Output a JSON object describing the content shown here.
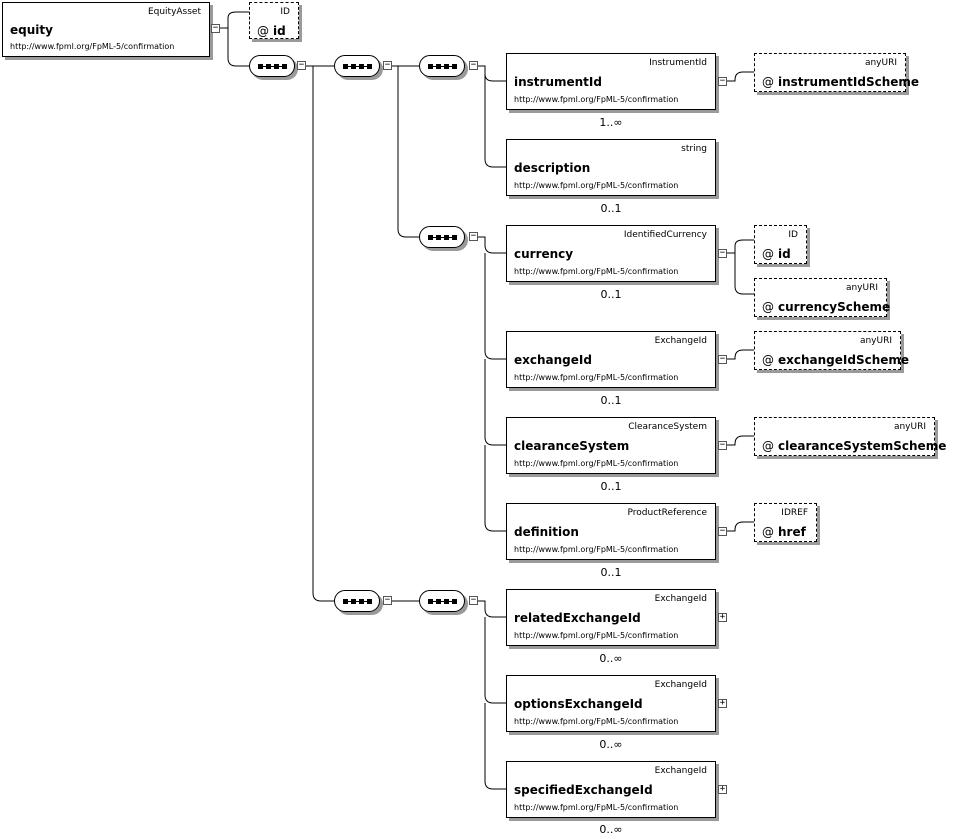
{
  "root": {
    "type": "EquityAsset",
    "name": "equity",
    "namespace": "http://www.fpml.org/FpML-5/confirmation",
    "attribute": {
      "type": "ID",
      "at": "@",
      "name": "id"
    }
  },
  "elements": [
    {
      "type": "InstrumentId",
      "name": "instrumentId",
      "namespace": "http://www.fpml.org/FpML-5/confirmation",
      "cardinality": "1..∞"
    },
    {
      "type": "string",
      "name": "description",
      "namespace": "http://www.fpml.org/FpML-5/confirmation",
      "cardinality": "0..1"
    },
    {
      "type": "IdentifiedCurrency",
      "name": "currency",
      "namespace": "http://www.fpml.org/FpML-5/confirmation",
      "cardinality": "0..1"
    },
    {
      "type": "ExchangeId",
      "name": "exchangeId",
      "namespace": "http://www.fpml.org/FpML-5/confirmation",
      "cardinality": "0..1"
    },
    {
      "type": "ClearanceSystem",
      "name": "clearanceSystem",
      "namespace": "http://www.fpml.org/FpML-5/confirmation",
      "cardinality": "0..1"
    },
    {
      "type": "ProductReference",
      "name": "definition",
      "namespace": "http://www.fpml.org/FpML-5/confirmation",
      "cardinality": "0..1"
    },
    {
      "type": "ExchangeId",
      "name": "relatedExchangeId",
      "namespace": "http://www.fpml.org/FpML-5/confirmation",
      "cardinality": "0..∞"
    },
    {
      "type": "ExchangeId",
      "name": "optionsExchangeId",
      "namespace": "http://www.fpml.org/FpML-5/confirmation",
      "cardinality": "0..∞"
    },
    {
      "type": "ExchangeId",
      "name": "specifiedExchangeId",
      "namespace": "http://www.fpml.org/FpML-5/confirmation",
      "cardinality": "0..∞"
    }
  ],
  "attributes": [
    {
      "type": "anyURI",
      "at": "@",
      "name": "instrumentIdScheme"
    },
    {
      "type": "ID",
      "at": "@",
      "name": "id"
    },
    {
      "type": "anyURI",
      "at": "@",
      "name": "currencyScheme"
    },
    {
      "type": "anyURI",
      "at": "@",
      "name": "exchangeIdScheme"
    },
    {
      "type": "anyURI",
      "at": "@",
      "name": "clearanceSystemScheme"
    },
    {
      "type": "IDREF",
      "at": "@",
      "name": "href"
    }
  ],
  "toggles": {
    "collapse": "−",
    "expand": "+"
  }
}
